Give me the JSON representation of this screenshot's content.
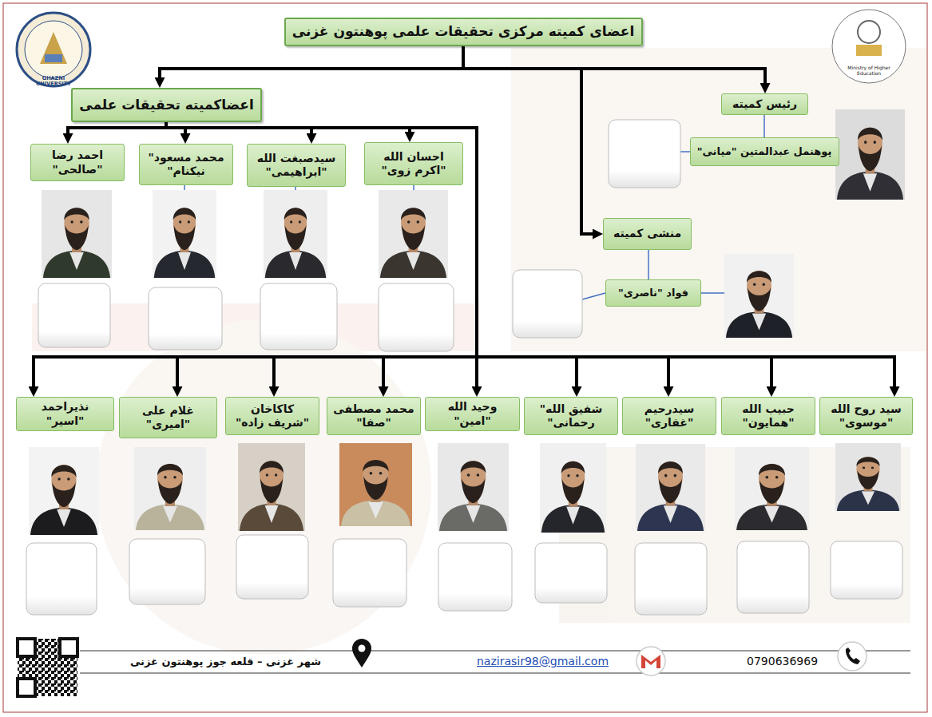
{
  "diagram": {
    "nodes": [
      {
        "text": [
          "اعضای کمیته مرکزی تحقیقات علمی پوهنتون غزنی"
        ]
      },
      {
        "text": [
          "رئیس کمیته"
        ]
      },
      {
        "text": [
          "پوهنمل عبدالمتین \"میانی\""
        ]
      },
      {
        "text": [
          "منشی کمیته"
        ]
      },
      {
        "text": [
          "فواد \"ناصری\""
        ]
      },
      {
        "text": [
          "اعضاکمیته تحقیقات علمی"
        ]
      },
      {
        "text": [
          "احسان الله \"اکرم زوی\""
        ]
      },
      {
        "text": [
          "سیدصبغت الله \"ابراهیمی\""
        ]
      },
      {
        "text": [
          "محمد مسعود\" نیکنام\""
        ]
      },
      {
        "text": [
          "احمد رضا \"صالحی\""
        ]
      },
      {
        "text": [
          "سید روح الله \"موسوی\""
        ]
      },
      {
        "text": [
          "حبیب الله \"همایون\""
        ]
      },
      {
        "text": [
          "سیدرحیم \"غفاری\""
        ]
      },
      {
        "text": [
          "شفیق الله\" رحمانی\""
        ]
      },
      {
        "text": [
          "وحید الله \"امین\""
        ]
      },
      {
        "text": [
          "محمد مصطفی \"صفا\""
        ]
      },
      {
        "text": [
          "کاکاخان \"شریف زاده\""
        ]
      },
      {
        "text": [
          "غلام علی \"امیری\""
        ]
      },
      {
        "text": [
          "نذیراحمد \"اسیر\""
        ]
      }
    ],
    "edges": [
      {
        "from": 0,
        "to": 1,
        "arrow": "to"
      },
      {
        "from": 0,
        "to": 3,
        "arrow": "to"
      },
      {
        "from": 0,
        "to": 5,
        "arrow": "to"
      },
      {
        "from": 1,
        "to": 2,
        "arrow": "none"
      },
      {
        "from": 3,
        "to": 4,
        "arrow": "none"
      },
      {
        "from": 5,
        "to": 6,
        "arrow": "to"
      },
      {
        "from": 5,
        "to": 7,
        "arrow": "to"
      },
      {
        "from": 5,
        "to": 8,
        "arrow": "to"
      },
      {
        "from": 5,
        "to": 9,
        "arrow": "to"
      },
      {
        "from": 5,
        "to": 10,
        "arrow": "to"
      },
      {
        "from": 5,
        "to": 11,
        "arrow": "to"
      },
      {
        "from": 5,
        "to": 12,
        "arrow": "to"
      },
      {
        "from": 5,
        "to": 13,
        "arrow": "to"
      },
      {
        "from": 5,
        "to": 14,
        "arrow": "to"
      },
      {
        "from": 5,
        "to": 15,
        "arrow": "to"
      },
      {
        "from": 5,
        "to": 16,
        "arrow": "to"
      },
      {
        "from": 5,
        "to": 17,
        "arrow": "to"
      },
      {
        "from": 5,
        "to": 18,
        "arrow": "to"
      }
    ],
    "labels": [
      "GHAZNI UNIVERSITY",
      "Ministry of Higher Education",
      "شهر غزنی – قلعه جوز پوهنتون غزنی",
      "nazirasir98@gmail.com",
      "0790636969"
    ]
  }
}
